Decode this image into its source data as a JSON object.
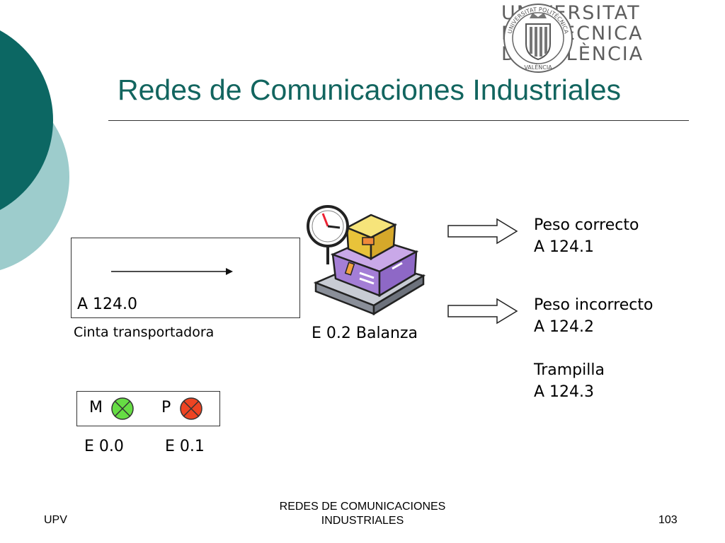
{
  "slide": {
    "title": "Redes de Comunicaciones Industriales"
  },
  "logo": {
    "line1": "UNIVERSITAT",
    "line2": "POLITÈCNICA",
    "line3": "DE VALÈNCIA",
    "seal_text_top": "UNIVERSITAT POLITÈCNICA",
    "seal_text_bottom": "VALÈNCIA"
  },
  "diagram": {
    "belt_address": "A 124.0",
    "belt_label": "Cinta transportadora",
    "scale_label": "E 0.2 Balanza",
    "output_correct_label": "Peso correcto",
    "output_correct_address": "A 124.1",
    "output_incorrect_label": "Peso incorrecto",
    "output_incorrect_address": "A 124.2",
    "trapdoor_label": "Trampilla",
    "trapdoor_address": "A 124.3",
    "button_m_label": "M",
    "button_p_label": "P",
    "input_m": "E 0.0",
    "input_p": "E 0.1",
    "colors": {
      "button_m": "#66dd44",
      "button_p": "#ee4422"
    }
  },
  "footer": {
    "left": "UPV",
    "center": "REDES DE COMUNICACIONES INDUSTRIALES",
    "page": "103"
  }
}
